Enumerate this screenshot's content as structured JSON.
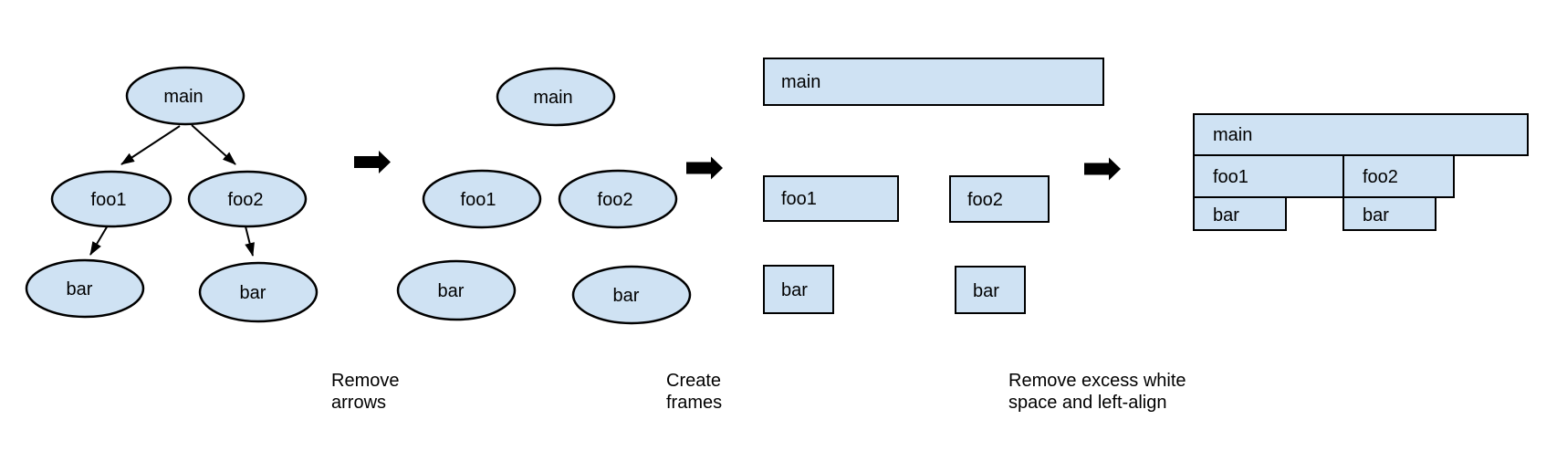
{
  "colors": {
    "background": "#ffffff",
    "node_fill": "#cfe2f3",
    "node_border": "#000000",
    "arrow": "#000000",
    "text": "#000000"
  },
  "panels": {
    "call_tree": {
      "main": "main",
      "foo1": "foo1",
      "foo2": "foo2",
      "bar_left": "bar",
      "bar_right": "bar"
    },
    "no_arrows": {
      "main": "main",
      "foo1": "foo1",
      "foo2": "foo2",
      "bar_left": "bar",
      "bar_right": "bar"
    },
    "frames": {
      "main": "main",
      "foo1": "foo1",
      "foo2": "foo2",
      "bar_left": "bar",
      "bar_right": "bar"
    },
    "flame_graph": {
      "main": "main",
      "foo1": "foo1",
      "foo2": "foo2",
      "bar_left": "bar",
      "bar_right": "bar"
    }
  },
  "steps": {
    "remove_arrows": {
      "line1": "Remove",
      "line2": "arrows"
    },
    "create_frames": {
      "line1": "Create",
      "line2": "frames"
    },
    "left_align": {
      "line1": "Remove excess white",
      "line2": "space and left-align"
    }
  }
}
